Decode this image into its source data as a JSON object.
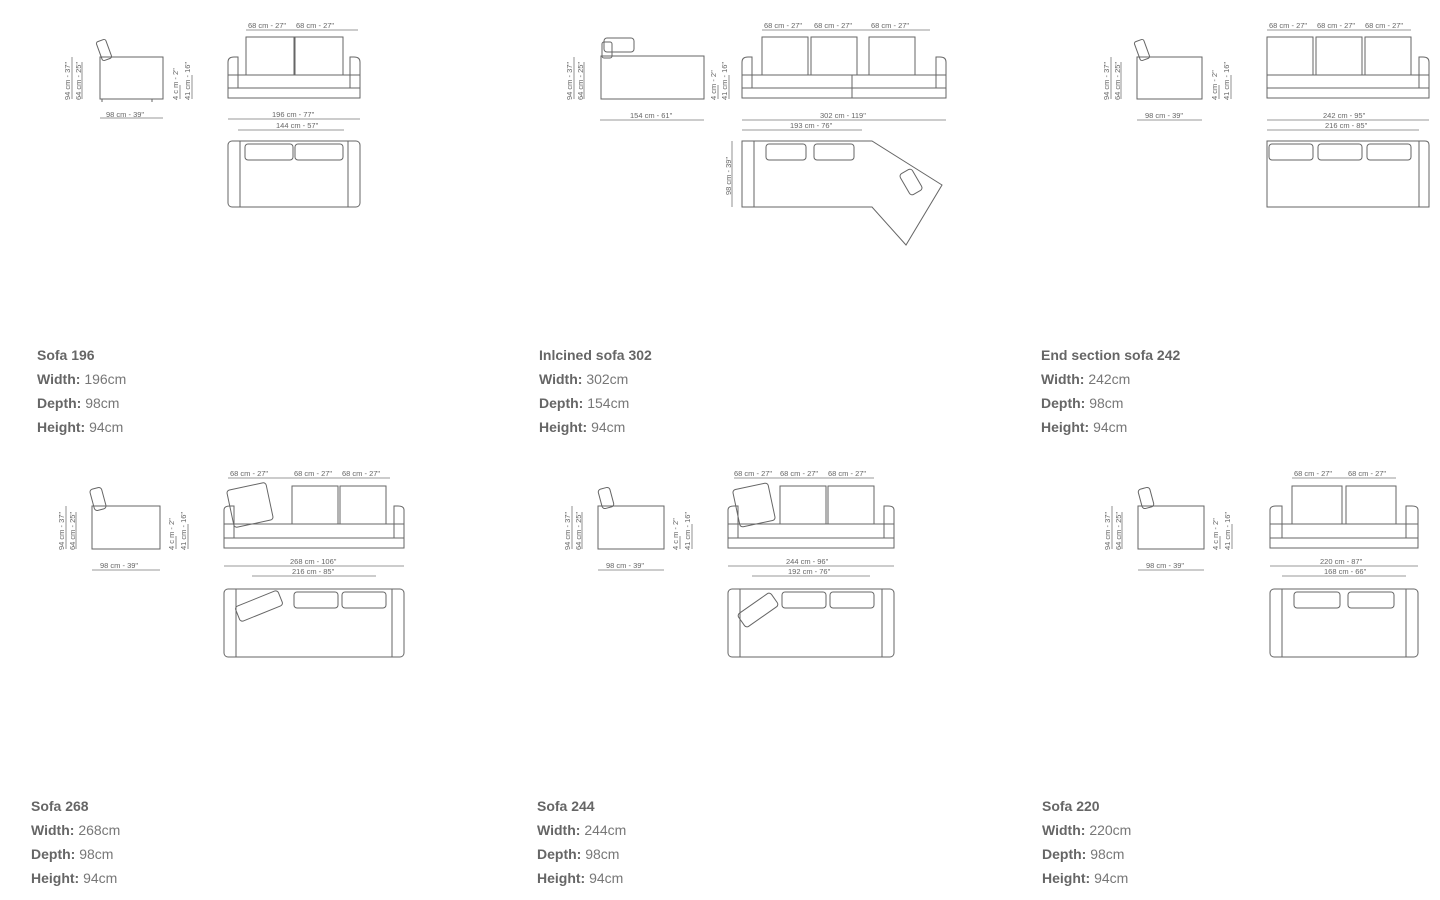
{
  "products": [
    {
      "name": "Sofa 196",
      "width_label": "Width:",
      "width": "196cm",
      "depth_label": "Depth:",
      "depth": "98cm",
      "height_label": "Height:",
      "height": "94cm",
      "dims": {
        "h_total": "94 cm - 37\"",
        "h_seat": "64 cm - 25\"",
        "side_depth": "98 cm - 39\"",
        "front_cush": "4 c m - 2\"",
        "front_seat": "41 cm - 16\"",
        "modules": [
          "68 cm - 27\"",
          "68 cm - 27\""
        ],
        "total": "196 cm - 77\"",
        "inner": "144 cm - 57\""
      }
    },
    {
      "name": "Inlcined sofa 302",
      "width_label": "Width:",
      "width": "302cm",
      "depth_label": "Depth:",
      "depth": "154cm",
      "height_label": "Height:",
      "height": "94cm",
      "dims": {
        "h_total": "94 cm - 37\"",
        "h_seat": "64 cm - 25\"",
        "side_depth": "154 cm - 61\"",
        "front_cush": "4 cm - 2\"",
        "front_seat": "41 cm - 16\"",
        "modules": [
          "68 cm - 27\"",
          "68 cm - 27\"",
          "68 cm - 27\""
        ],
        "total": "302 cm - 119\"",
        "inner": "193 cm - 76\"",
        "plan_depth": "98 cm - 39\""
      }
    },
    {
      "name": "End section sofa 242",
      "width_label": "Width:",
      "width": "242cm",
      "depth_label": "Depth:",
      "depth": "98cm",
      "height_label": "Height:",
      "height": "94cm",
      "dims": {
        "h_total": "94 cm - 37\"",
        "h_seat": "64 cm - 25\"",
        "side_depth": "98 cm - 39\"",
        "front_cush": "4 cm - 2\"",
        "front_seat": "41 cm - 16\"",
        "modules": [
          "68 cm - 27\"",
          "68 cm - 27\"",
          "68 cm - 27\""
        ],
        "total": "242 cm - 95\"",
        "inner": "216 cm - 85\""
      }
    },
    {
      "name": "Sofa 268",
      "width_label": "Width:",
      "width": "268cm",
      "depth_label": "Depth:",
      "depth": "98cm",
      "height_label": "Height:",
      "height": "94cm",
      "dims": {
        "h_total": "94 cm - 37\"",
        "h_seat": "64 cm - 25\"",
        "side_depth": "98 cm - 39\"",
        "front_cush": "4 c m - 2\"",
        "front_seat": "41 cm - 16\"",
        "modules": [
          "68 cm - 27\"",
          "68 cm - 27\"",
          "68 cm - 27\""
        ],
        "total": "268 cm - 106\"",
        "inner": "216 cm - 85\""
      }
    },
    {
      "name": "Sofa 244",
      "width_label": "Width:",
      "width": "244cm",
      "depth_label": "Depth:",
      "depth": "98cm",
      "height_label": "Height:",
      "height": "94cm",
      "dims": {
        "h_total": "94 cm - 37\"",
        "h_seat": "64 cm - 25\"",
        "side_depth": "98 cm - 39\"",
        "front_cush": "4 c m - 2\"",
        "front_seat": "41 cm - 16\"",
        "modules": [
          "68 cm - 27\"",
          "68 cm - 27\"",
          "68 cm - 27\""
        ],
        "total": "244 cm - 96\"",
        "inner": "192 cm - 76\""
      }
    },
    {
      "name": "Sofa 220",
      "width_label": "Width:",
      "width": "220cm",
      "depth_label": "Depth:",
      "depth": "98cm",
      "height_label": "Height:",
      "height": "94cm",
      "dims": {
        "h_total": "94 cm - 37\"",
        "h_seat": "64 cm - 25\"",
        "side_depth": "98 cm - 39\"",
        "front_cush": "4 c m - 2\"",
        "front_seat": "41 cm - 16\"",
        "modules": [
          "68 cm - 27\"",
          "68 cm - 27\""
        ],
        "total": "220 cm - 87\"",
        "inner": "168 cm - 66\""
      }
    }
  ]
}
